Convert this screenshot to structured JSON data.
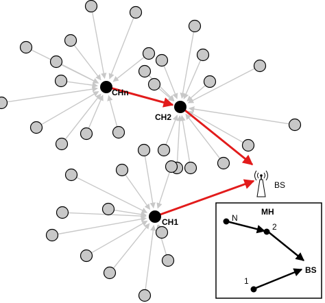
{
  "diagram": {
    "cluster_heads": [
      {
        "id": "chn",
        "label": "CHn"
      },
      {
        "id": "ch2",
        "label": "CH2"
      },
      {
        "id": "ch1",
        "label": "CH1"
      }
    ],
    "base_station": {
      "label": "BS"
    },
    "inset": {
      "title": "MH",
      "node_labels": {
        "n": "N",
        "two": "2",
        "one": "1",
        "bs": "BS"
      }
    },
    "colors": {
      "sensor_fill": "#c8c8c8",
      "sensor_stroke": "#000000",
      "member_link": "#c8c8c8",
      "head_fill": "#000000",
      "head_link": "#e21b1b",
      "inset_link": "#000000"
    }
  }
}
